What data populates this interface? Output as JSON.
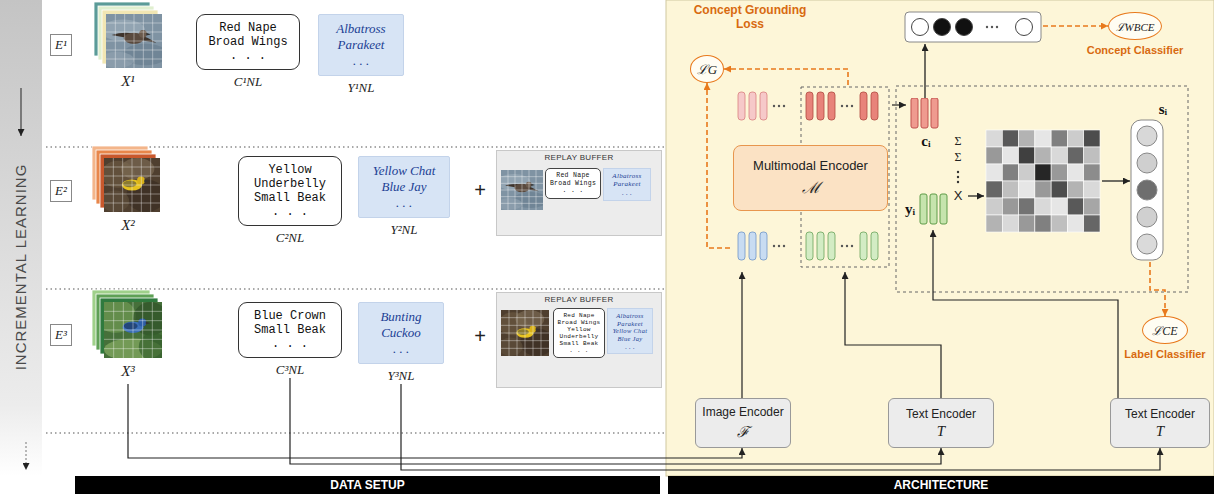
{
  "diagram": {
    "nodes": [
      {
        "text": [
          "INCREMENTAL LEARNING"
        ]
      },
      {
        "text": [
          "E¹"
        ]
      },
      {
        "text": [
          "Red Nape Broad Wings",
          ". . .",
          "C¹NL"
        ]
      },
      {
        "text": [
          "Albatross Parakeet",
          ". . .",
          "Y¹NL"
        ]
      },
      {
        "text": [
          "E²"
        ]
      },
      {
        "text": [
          "Yellow Underbelly Small Beak",
          ". . .",
          "C²NL"
        ]
      },
      {
        "text": [
          "Yellow Chat Blue Jay",
          ". . .",
          "Y²NL"
        ]
      },
      {
        "text": [
          "REPLAY BUFFER"
        ]
      },
      {
        "text": [
          "Red Nape Broad Wings",
          ". . ."
        ],
        "in": 7
      },
      {
        "text": [
          "Albatross Parakeet",
          ". . ."
        ],
        "in": 7
      },
      {
        "text": [
          "E³"
        ]
      },
      {
        "text": [
          "Blue Crown Small Beak",
          ". . .",
          "C³NL"
        ]
      },
      {
        "text": [
          "Bunting Cuckoo",
          ". . .",
          "Y³NL"
        ]
      },
      {
        "text": [
          "REPLAY BUFFER"
        ]
      },
      {
        "text": [
          "Red Nape Broad Wings Yellow Underbelly Small Beak",
          ". . ."
        ],
        "in": 13
      },
      {
        "text": [
          "Albatross Parakeet Yellow Chat Blue Jay",
          ". . ."
        ],
        "in": 13
      },
      {
        "text": [
          "DATA SETUP"
        ]
      },
      {
        "text": [
          "Concept Grounding Loss",
          "ℒG"
        ]
      },
      {
        "text": [
          "Multimodal Encoder",
          "ℳ"
        ]
      },
      {
        "text": [
          "ℒWBCE",
          "Concept Classifier"
        ]
      },
      {
        "text": [
          "cᵢ"
        ]
      },
      {
        "text": [
          "yᵢ"
        ]
      },
      {
        "text": [
          "sᵢ"
        ]
      },
      {
        "text": [
          "ℒCE",
          "Label Classifier"
        ]
      },
      {
        "text": [
          "Image Encoder",
          "ℱ"
        ]
      },
      {
        "text": [
          "Text Encoder",
          "T"
        ]
      },
      {
        "text": [
          "Text Encoder",
          "T"
        ]
      },
      {
        "text": [
          "ARCHITECTURE"
        ]
      }
    ],
    "edges": [
      {
        "from": 24,
        "to": 18,
        "arrow": "to"
      },
      {
        "from": 25,
        "to": 18,
        "arrow": "to"
      },
      {
        "from": 26,
        "to": 21,
        "arrow": "to"
      },
      {
        "from": 18,
        "to": 17,
        "arrow": "to"
      },
      {
        "from": 18,
        "to": 17,
        "arrow": "to"
      },
      {
        "from": 18,
        "to": 20,
        "arrow": "to"
      },
      {
        "from": 11,
        "to": 25,
        "arrow": "to"
      },
      {
        "from": 12,
        "to": 26,
        "arrow": "to"
      },
      {
        "from": 22,
        "to": 23,
        "arrow": "to"
      }
    ],
    "labels": [
      "X¹",
      "X²",
      "+",
      "X³",
      "+",
      "Σ",
      "Σ",
      "X"
    ]
  }
}
